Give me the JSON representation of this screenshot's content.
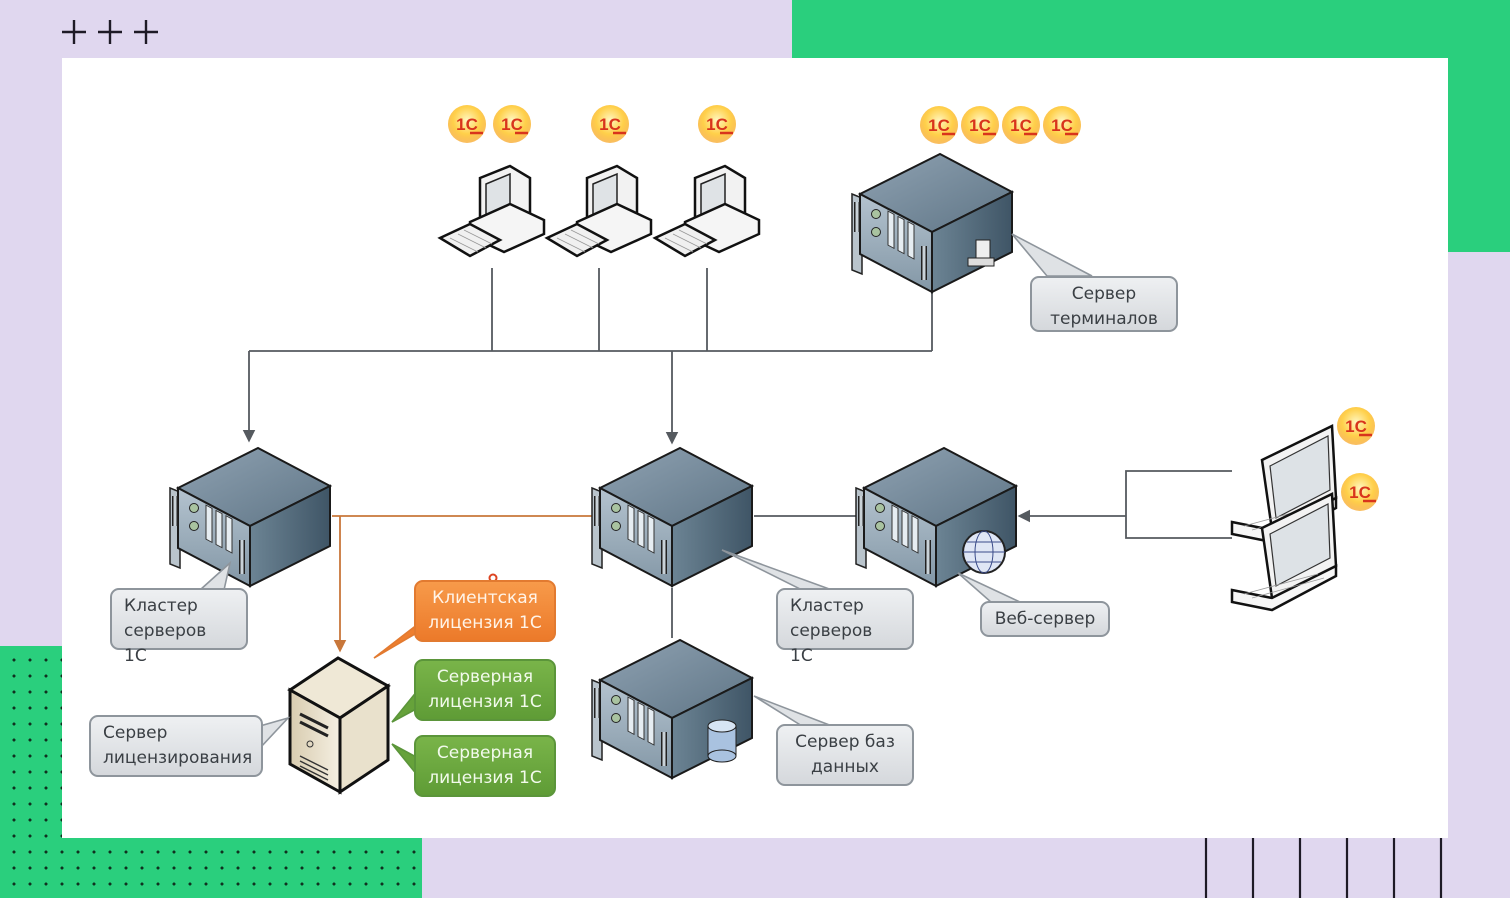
{
  "decor": {
    "plus_marks": [
      "plus-icon",
      "plus-icon",
      "plus-icon"
    ],
    "stripe_count": 6,
    "colors": {
      "lavender": "#e0d7ef",
      "green": "#2acf7d",
      "canvas": "#ffffff"
    }
  },
  "diagram": {
    "title": "1C client-server architecture with licensing",
    "nodes": {
      "workstations": {
        "count": 3,
        "badges": [
          2,
          1,
          1
        ],
        "badge_label": "1С"
      },
      "terminal_server": {
        "badges": 4,
        "label_lines": [
          "Сервер",
          "терминалов"
        ]
      },
      "cluster_left": {
        "label_lines": [
          "Кластер",
          "серверов 1С"
        ]
      },
      "cluster_center": {
        "label_lines": [
          "Кластер",
          "серверов 1С"
        ]
      },
      "web_server": {
        "label_lines": [
          "Веб-сервер"
        ]
      },
      "laptops": {
        "count": 2,
        "badges": [
          1,
          1
        ]
      },
      "db_server": {
        "label_lines": [
          "Сервер баз",
          "данных"
        ]
      },
      "license_server": {
        "label_lines": [
          "Сервер",
          "лицензирования"
        ]
      }
    },
    "licenses": {
      "client": {
        "label_lines": [
          "Клиентская",
          "лицензия 1С"
        ],
        "color": "#f08a3a"
      },
      "server_1": {
        "label_lines": [
          "Серверная",
          "лицензия 1С"
        ],
        "color": "#6aa83e"
      },
      "server_2": {
        "label_lines": [
          "Серверная",
          "лицензия 1С"
        ],
        "color": "#6aa83e"
      }
    },
    "line_colors": {
      "network": "#555a5f",
      "license": "#c8773a"
    }
  }
}
